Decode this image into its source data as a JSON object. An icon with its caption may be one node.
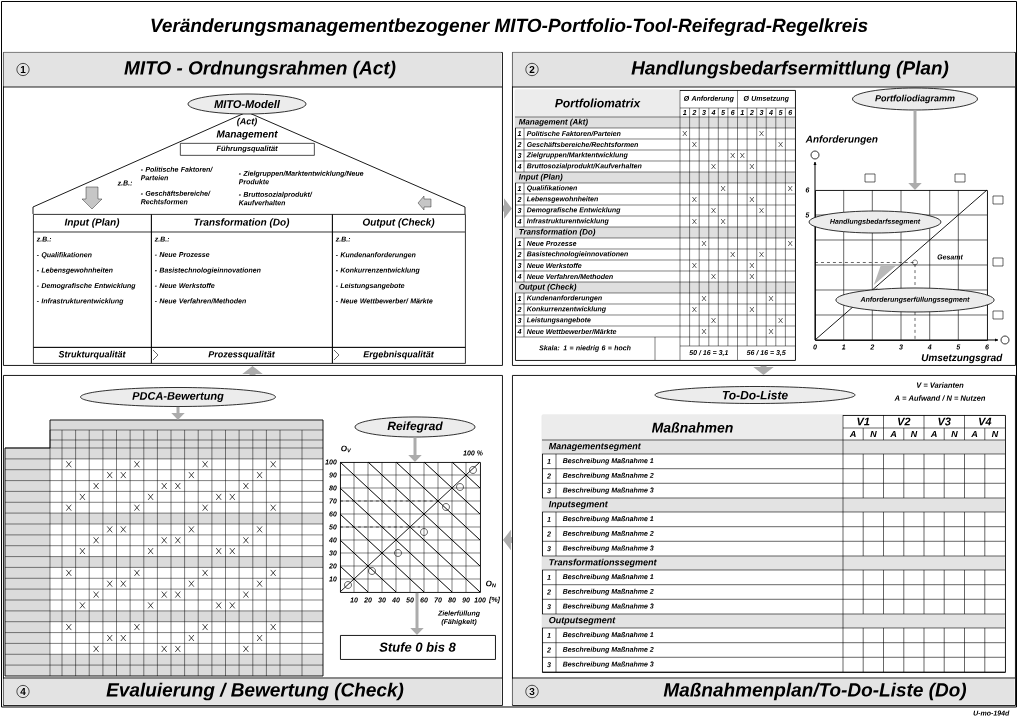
{
  "diagram": {
    "title": "Veränderungsmanagementbezogener MITO-Portfolio-Tool-Reifegrad-Regelkreis",
    "nodes": [
      {
        "text": [
          "1",
          "MITO - Ordnungsrahmen (Act)"
        ]
      },
      {
        "text": [
          "2",
          "Handlungsbedarfsermittlung (Plan)"
        ]
      },
      {
        "text": [
          "3",
          "Maßnahmenplan/To-Do-Liste (Do)"
        ]
      },
      {
        "text": [
          "4",
          "Evaluierung / Bewertung (Check)"
        ]
      },
      {
        "text": [
          "MITO-Modell"
        ],
        "in": 0
      },
      {
        "text": [
          "(Act)",
          "Management",
          "z.B.:",
          "- Politische Faktoren/ Parteien",
          "- Geschäftsbereiche/ Rechtsformen",
          "- Zielgruppen/Marktentwicklung/Neue Produkte",
          "- Bruttosozialprodukt/ Kaufverhalten"
        ],
        "in": 0
      },
      {
        "text": [
          "Führungsqualität"
        ],
        "in": 5
      },
      {
        "text": [
          "Input (Plan)",
          "z.B.:",
          "- Qualifikationen",
          "- Lebensgewohnheiten",
          "- Demografische Entwicklung",
          "- Infrastrukturentwicklung"
        ],
        "in": 0
      },
      {
        "text": [
          "Transformation (Do)",
          "z.B.:",
          "- Neue Prozesse",
          "- Basistechnologieinnovationen",
          "- Neue Werkstoffe",
          "- Neue Verfahren/Methoden"
        ],
        "in": 0
      },
      {
        "text": [
          "Output (Check)",
          "z.B.:",
          "- Kundenanforderungen",
          "- Konkurrenzentwicklung",
          "- Leistungsangebote",
          "- Neue Wettbewerber/ Märkte"
        ],
        "in": 0
      },
      {
        "text": [
          "Strukturqualität"
        ],
        "in": 0
      },
      {
        "text": [
          "Prozessqualität"
        ],
        "in": 0
      },
      {
        "text": [
          "Ergebnisqualität"
        ],
        "in": 0
      },
      {
        "text": [
          "Portfoliomatrix"
        ],
        "in": 1
      },
      {
        "text": [
          "Portfoliodiagramm"
        ],
        "in": 1
      },
      {
        "text": [],
        "shape": "box",
        "in": 1
      },
      {
        "text": [
          "Handlungsbedarfssegment"
        ],
        "in": 15
      },
      {
        "text": [
          "Anforderungserfüllungssegment"
        ],
        "in": 15
      },
      {
        "text": [
          "To-Do-Liste"
        ],
        "in": 2
      },
      {
        "text": [
          "Maßnahmen"
        ],
        "in": 2
      },
      {
        "text": [
          "PDCA-Bewertung"
        ],
        "in": 3
      },
      {
        "text": [],
        "shape": "box",
        "in": 3
      },
      {
        "text": [
          "Reifegrad"
        ],
        "in": 3
      },
      {
        "text": [],
        "shape": "box",
        "in": 3
      },
      {
        "text": [
          "Stufe 0 bis 8"
        ],
        "in": 3
      }
    ],
    "edges": [
      {
        "from": 0,
        "to": 1,
        "arrow": "to",
        "style": "thick"
      },
      {
        "from": 1,
        "to": 2,
        "arrow": "to",
        "style": "thick"
      },
      {
        "from": 2,
        "to": 3,
        "arrow": "to",
        "style": "thick"
      },
      {
        "from": 3,
        "to": 0,
        "arrow": "to",
        "style": "thick"
      },
      {
        "from": 14,
        "to": 15,
        "arrow": "to"
      },
      {
        "from": 20,
        "to": 21,
        "arrow": "to"
      },
      {
        "from": 22,
        "to": 23,
        "arrow": "to"
      },
      {
        "from": 23,
        "to": 24,
        "arrow": "to"
      }
    ],
    "labels": [
      "Ø Anforderung",
      "Ø Umsetzung",
      "1",
      "2",
      "3",
      "4",
      "5",
      "6",
      "1",
      "2",
      "3",
      "4",
      "5",
      "6",
      "Management (Akt)",
      "1",
      "Politische Faktoren/Parteien",
      "2",
      "Geschäftsbereiche/Rechtsformen",
      "3",
      "Zielgruppen/Marktentwicklung",
      "4",
      "Bruttosozialprodukt/Kaufverhalten",
      "Input (Plan)",
      "1",
      "Qualifikationen",
      "2",
      "Lebensgewohnheiten",
      "3",
      "Demografische Entwicklung",
      "4",
      "Infrastrukturentwicklung",
      "Transformation (Do)",
      "1",
      "Neue Prozesse",
      "2",
      "Basistechnologieinnovationen",
      "3",
      "Neue Werkstoffe",
      "4",
      "Neue Verfahren/Methoden",
      "Output (Check)",
      "1",
      "Kundenanforderungen",
      "2",
      "Konkurrenzentwicklung",
      "3",
      "Leistungsangebote",
      "4",
      "Neue Wettbewerber/Märkte",
      "Skala: 1 = niedrig 6 = hoch",
      "50 / 16 = 3,1",
      "56 / 16 = 3,5",
      "Anforderungen",
      "6",
      "5",
      "Gesamt",
      "0",
      "1",
      "2",
      "3",
      "4",
      "5",
      "6",
      "Umsetzungsgrad",
      "V = Varianten",
      "A = Aufwand / N = Nutzen",
      "V1",
      "V2",
      "V3",
      "V4",
      "A",
      "N",
      "A",
      "N",
      "A",
      "N",
      "A",
      "N",
      "Managementsegment",
      "1",
      "Beschreibung Maßnahme 1",
      "2",
      "Beschreibung Maßnahme 2",
      "3",
      "Beschreibung Maßnahme 3",
      "Inputsegment",
      "1",
      "Beschreibung Maßnahme 1",
      "2",
      "Beschreibung Maßnahme 2",
      "3",
      "Beschreibung Maßnahme 3",
      "Transformationssegment",
      "1",
      "Beschreibung Maßnahme 1",
      "2",
      "Beschreibung Maßnahme 2",
      "3",
      "Beschreibung Maßnahme 3",
      "Outputsegment",
      "1",
      "Beschreibung Maßnahme 1",
      "2",
      "Beschreibung Maßnahme 2",
      "3",
      "Beschreibung Maßnahme 3",
      "O$_{V}$",
      "100 %",
      "100",
      "90",
      "80",
      "70",
      "60",
      "50",
      "40",
      "30",
      "20",
      "10",
      "O$_{N}$",
      "10",
      "20",
      "30",
      "40",
      "50",
      "60",
      "70",
      "80",
      "90",
      "100",
      "[%]",
      "Zielerfüllung (Fähigkeit)",
      "U-mo-194d"
    ]
  }
}
